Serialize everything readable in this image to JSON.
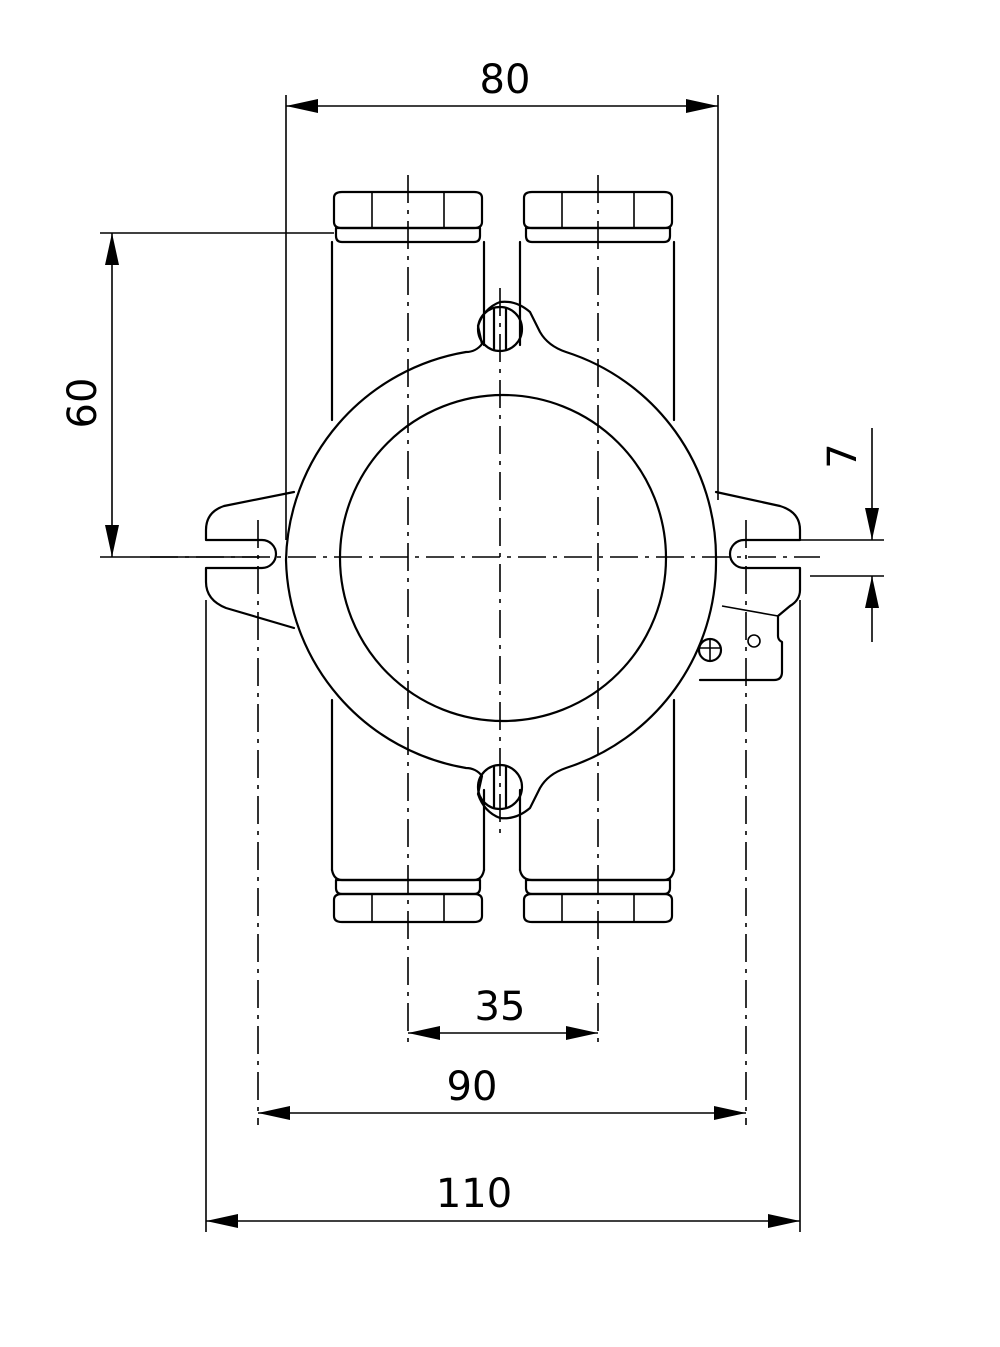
{
  "dimensions": {
    "top_width": "80",
    "left_height": "60",
    "right_slot": "7",
    "gland_spacing": "35",
    "mount_spacing": "90",
    "overall_width": "110"
  },
  "colors": {
    "line": "#000000",
    "background": "#ffffff"
  }
}
